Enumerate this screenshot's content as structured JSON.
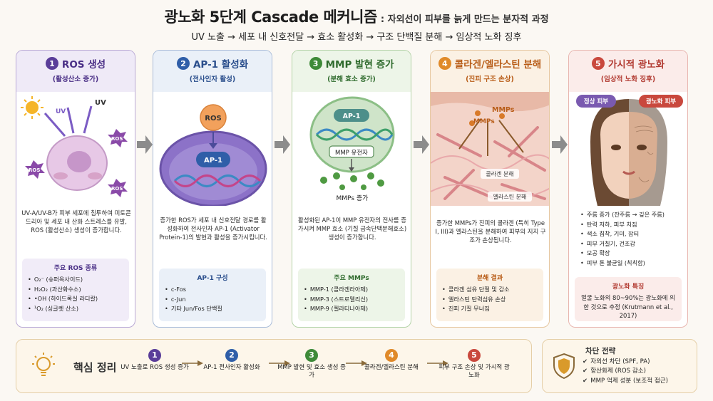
{
  "header": {
    "title": "광노화 5단계 Cascade 메커니즘",
    "title_suffix": ": 자외선이 피부를 늙게 만드는 분자적 과정",
    "subtitle": "UV 노출 → 세포 내 신호전달 → 효소 활성화 → 구조 단백질 분해 → 임상적 노화 징후"
  },
  "panels": [
    {
      "num": "1",
      "title": "ROS 생성",
      "subtitle": "(활성산소 증가)",
      "illus": {
        "uv": "UV",
        "uv2": "UV",
        "ros": "ROS"
      },
      "desc": "UV-A/UV-B가 피부 세포에 침투하여 미토콘드리아 및 세포 내 산화 스트레스를 유발, ROS (활성산소) 생성이 증가합니다.",
      "box_title": "주요 ROS 종류",
      "box_items": [
        "O₂⁻ (슈퍼옥사이드)",
        "H₂O₂ (과산화수소)",
        "•OH (하이드록실 라디칼)",
        "¹O₂ (싱글렛 산소)"
      ]
    },
    {
      "num": "2",
      "title": "AP-1 활성화",
      "subtitle": "(전사인자 활성)",
      "illus": {
        "ros": "ROS",
        "ap1": "AP-1"
      },
      "desc": "증가한 ROS가 세포 내 신호전달 경로를 활성화하여 전사인자 AP-1 (Activator Protein-1)의 발현과 활성을 증가시킵니다.",
      "box_title": "AP-1 구성",
      "box_items": [
        "c-Fos",
        "c-Jun",
        "기타 Jun/Fos 단백질"
      ]
    },
    {
      "num": "3",
      "title": "MMP 발현 증가",
      "subtitle": "(분해 효소 증가)",
      "illus": {
        "ap1": "AP-1",
        "gene": "MMP 유전자",
        "mmps": "MMPs 증가"
      },
      "desc": "활성화된 AP-1이 MMP 유전자의 전사를 증가시켜 MMP 효소 (기질 금속단백분해효소) 생성이 증가합니다.",
      "box_title": "주요 MMPs",
      "box_items": [
        "MMP-1 (콜라겐라아제)",
        "MMP-3 (스트로멜리신)",
        "MMP-9 (젤라티나아제)"
      ]
    },
    {
      "num": "4",
      "title": "콜라겐/엘라스틴 분해",
      "subtitle": "(진피 구조 손상)",
      "illus": {
        "mmps1": "MMPs",
        "mmps2": "MMPs",
        "collagen": "콜라겐 분해",
        "elastin": "엘라스틴 분해"
      },
      "desc": "증가한 MMPs가 진피의 콜라겐 (특히 Type I, III)과 엘라스틴을 분해하여 피부의 지지 구조가 손상됩니다.",
      "box_title": "분해 결과",
      "box_items": [
        "콜라겐 섬유 단절 및 감소",
        "엘라스틴 탄력섬유 손상",
        "진피 기질 무너짐"
      ]
    },
    {
      "num": "5",
      "title": "가시적 광노화",
      "subtitle": "(임상적 노화 징후)",
      "illus": {
        "normal": "정상 피부",
        "aged": "광노화 피부"
      },
      "list": [
        "주름 증가 (잔주름 → 깊은 주름)",
        "탄력 저하, 피부 처짐",
        "색소 침착, 기미, 잡티",
        "피부 거칠기, 건조감",
        "모공 확장",
        "피부 톤 불균일 (칙칙함)"
      ],
      "box_title": "광노화 특징",
      "box_text": "얼굴 노화의 80~90%는 광노화에 의한 것으로 추정 (Krutmann et al., 2017)"
    }
  ],
  "summary": {
    "title": "핵심 정리",
    "steps": [
      {
        "num": "1",
        "text": "UV 노출로 ROS 생성 증가"
      },
      {
        "num": "2",
        "text": "AP-1 전사인자 활성화"
      },
      {
        "num": "3",
        "text": "MMP 발현 및 효소 생성 증가"
      },
      {
        "num": "4",
        "text": "콜라겐/엘라스틴 분해"
      },
      {
        "num": "5",
        "text": "피부 구조 손상 및 가시적 광노화"
      }
    ]
  },
  "strategy": {
    "title": "차단 전략",
    "items": [
      "자외선 차단 (SPF, PA)",
      "항산화제 (ROS 감소)",
      "MMP 억제 성분 (보조적 접근)"
    ]
  },
  "colors": {
    "step1": "#5a3d99",
    "step2": "#2f5ea8",
    "step3": "#3e8a38",
    "step4": "#e08a2a",
    "step5": "#c9483d"
  }
}
